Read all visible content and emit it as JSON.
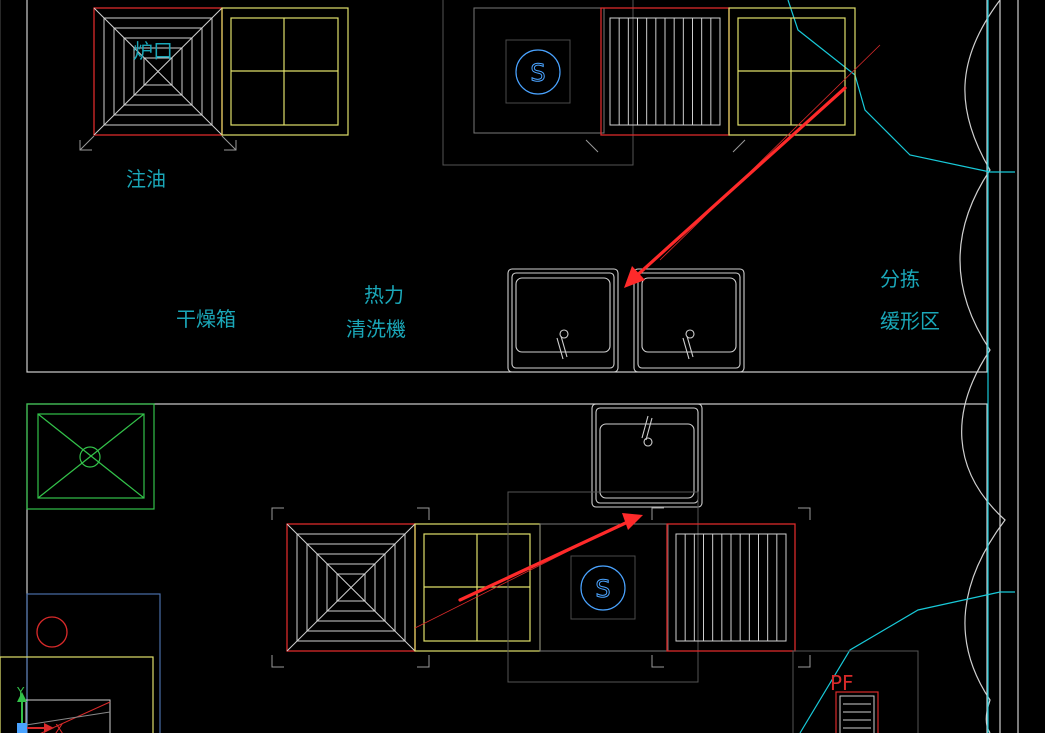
{
  "drawing": {
    "labels": {
      "furnace_mark": "炉口",
      "oil_fill": "注油",
      "drying_cabinet": "干燥箱",
      "thermal_line1": "热力",
      "thermal_line2": "清洗機",
      "sorting_line1": "分拣",
      "sorting_line2": "缓形区",
      "pf_mark": "PF"
    },
    "symbols": {
      "sink_mark_top": "S",
      "sink_mark_bottom": "S"
    },
    "ucs": {
      "y_label": "Y",
      "x_label": "X"
    }
  },
  "colors": {
    "background": "#000000",
    "wall": "#cfcfcf",
    "red": "#d92a2a",
    "yellow": "#e0e06a",
    "cyan": "#18c9d8",
    "green": "#33c24a",
    "blue": "#4aa3ff",
    "gray": "#8a8a8a",
    "arrow": "#ff2a2a",
    "text": "#1aa7b8"
  }
}
